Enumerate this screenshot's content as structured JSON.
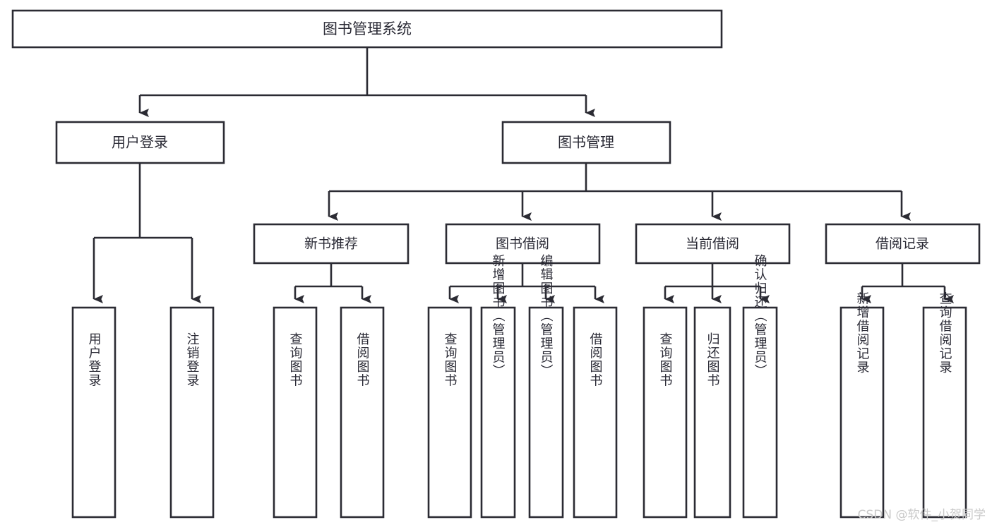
{
  "diagram": {
    "title": "图书管理系统",
    "type": "hierarchy-tree",
    "orientation": "top-down",
    "stroke_color": "#2b2b33",
    "text_color": "#2a2a35",
    "background_color": "#ffffff",
    "levels": 4
  },
  "root": {
    "label": "图书管理系统"
  },
  "level1": [
    {
      "label": "用户登录"
    },
    {
      "label": "图书管理"
    }
  ],
  "user_login_children": [
    {
      "label": "用户登录"
    },
    {
      "label": "注销登录"
    }
  ],
  "level2": [
    {
      "label": "新书推荐"
    },
    {
      "label": "图书借阅"
    },
    {
      "label": "当前借阅"
    },
    {
      "label": "借阅记录"
    }
  ],
  "new_book_children": [
    {
      "label": "查询图书"
    },
    {
      "label": "借阅图书"
    }
  ],
  "borrow_children": [
    {
      "label": "查询图书"
    },
    {
      "label": "新增图书（管理员）"
    },
    {
      "label": "编辑图书（管理员）"
    },
    {
      "label": "借阅图书"
    }
  ],
  "current_borrow_children": [
    {
      "label": "查询图书"
    },
    {
      "label": "归还图书"
    },
    {
      "label": "确认归还（管理员）"
    }
  ],
  "record_children": [
    {
      "label": "新增借阅记录"
    },
    {
      "label": "查询借阅记录"
    }
  ],
  "watermark": {
    "text": "CSDN @软件_小贺同学"
  }
}
